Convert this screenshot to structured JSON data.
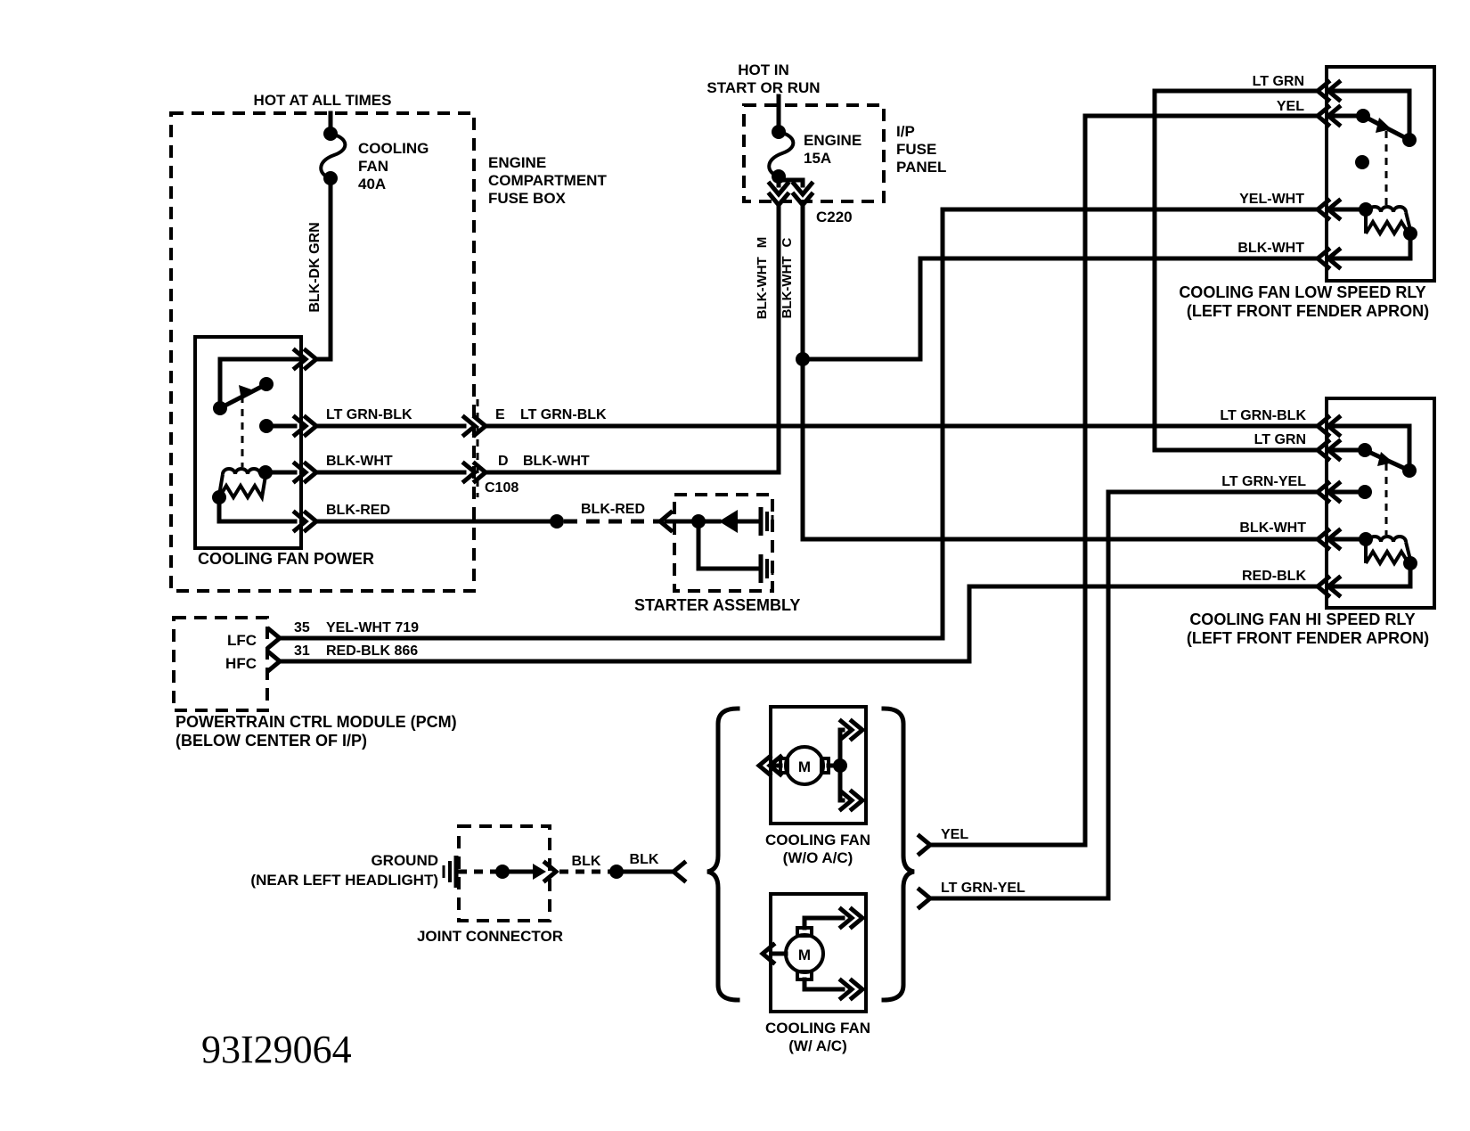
{
  "figure_id": "93I29064",
  "colors": {
    "ink": "#000000",
    "paper": "#ffffff"
  },
  "engine_fuse_box": {
    "hot_label": "HOT AT ALL TIMES",
    "fuse": {
      "name_line1": "COOLING",
      "name_line2": "FAN",
      "rating": "40A"
    },
    "name_line1": "ENGINE",
    "name_line2": "COMPARTMENT",
    "name_line3": "FUSE BOX",
    "out_wire": "BLK-DK GRN"
  },
  "ip_fuse_panel": {
    "hot_line1": "HOT IN",
    "hot_line2": "START OR RUN",
    "fuse": {
      "name": "ENGINE",
      "rating": "15A"
    },
    "name_line1": "I/P",
    "name_line2": "FUSE",
    "name_line3": "PANEL",
    "connector": "C220",
    "wire_m": "BLK-WHT",
    "pin_m": "M",
    "wire_c": "BLK-WHT",
    "pin_c": "C"
  },
  "power_relay": {
    "label": "COOLING FAN POWER",
    "wire_lt_grn_blk": "LT GRN-BLK",
    "wire_blk_wht": "BLK-WHT",
    "wire_blk_red": "BLK-RED"
  },
  "c108": {
    "label": "C108",
    "pin_e": "E",
    "pin_e_wire": "LT GRN-BLK",
    "pin_d": "D",
    "pin_d_wire": "BLK-WHT"
  },
  "starter": {
    "in_wire": "BLK-RED",
    "label": "STARTER ASSEMBLY"
  },
  "pcm": {
    "pin_lfc": "LFC",
    "pin_hfc": "HFC",
    "pin_35": "35",
    "wire_35": "YEL-WHT 719",
    "pin_31": "31",
    "wire_31": "RED-BLK 866",
    "label_line1": "POWERTRAIN CTRL MODULE (PCM)",
    "label_line2": "(BELOW CENTER OF I/P)"
  },
  "low_speed_relay": {
    "wire_lt_grn": "LT GRN",
    "wire_yel": "YEL",
    "wire_yel_wht": "YEL-WHT",
    "wire_blk_wht": "BLK-WHT",
    "label_line1": "COOLING FAN LOW SPEED RLY",
    "label_line2": "(LEFT FRONT FENDER APRON)"
  },
  "hi_speed_relay": {
    "wire_lt_grn_blk": "LT GRN-BLK",
    "wire_lt_grn": "LT GRN",
    "wire_lt_grn_yel": "LT GRN-YEL",
    "wire_blk_wht": "BLK-WHT",
    "wire_red_blk": "RED-BLK",
    "label_line1": "COOLING FAN HI SPEED RLY",
    "label_line2": "(LEFT FRONT FENDER APRON)"
  },
  "ground": {
    "label_line1": "GROUND",
    "label_line2": "(NEAR LEFT HEADLIGHT)",
    "joint_connector_label": "JOINT CONNECTOR",
    "wire_blk_1": "BLK",
    "wire_blk_2": "BLK"
  },
  "fans": {
    "yel_wire": "YEL",
    "lt_grn_yel_wire": "LT GRN-YEL",
    "fan_no_ac": {
      "motor": "M",
      "label_line1": "COOLING FAN",
      "label_line2": "(W/O A/C)"
    },
    "fan_ac": {
      "motor": "M",
      "label_line1": "COOLING FAN",
      "label_line2": "(W/ A/C)"
    }
  }
}
